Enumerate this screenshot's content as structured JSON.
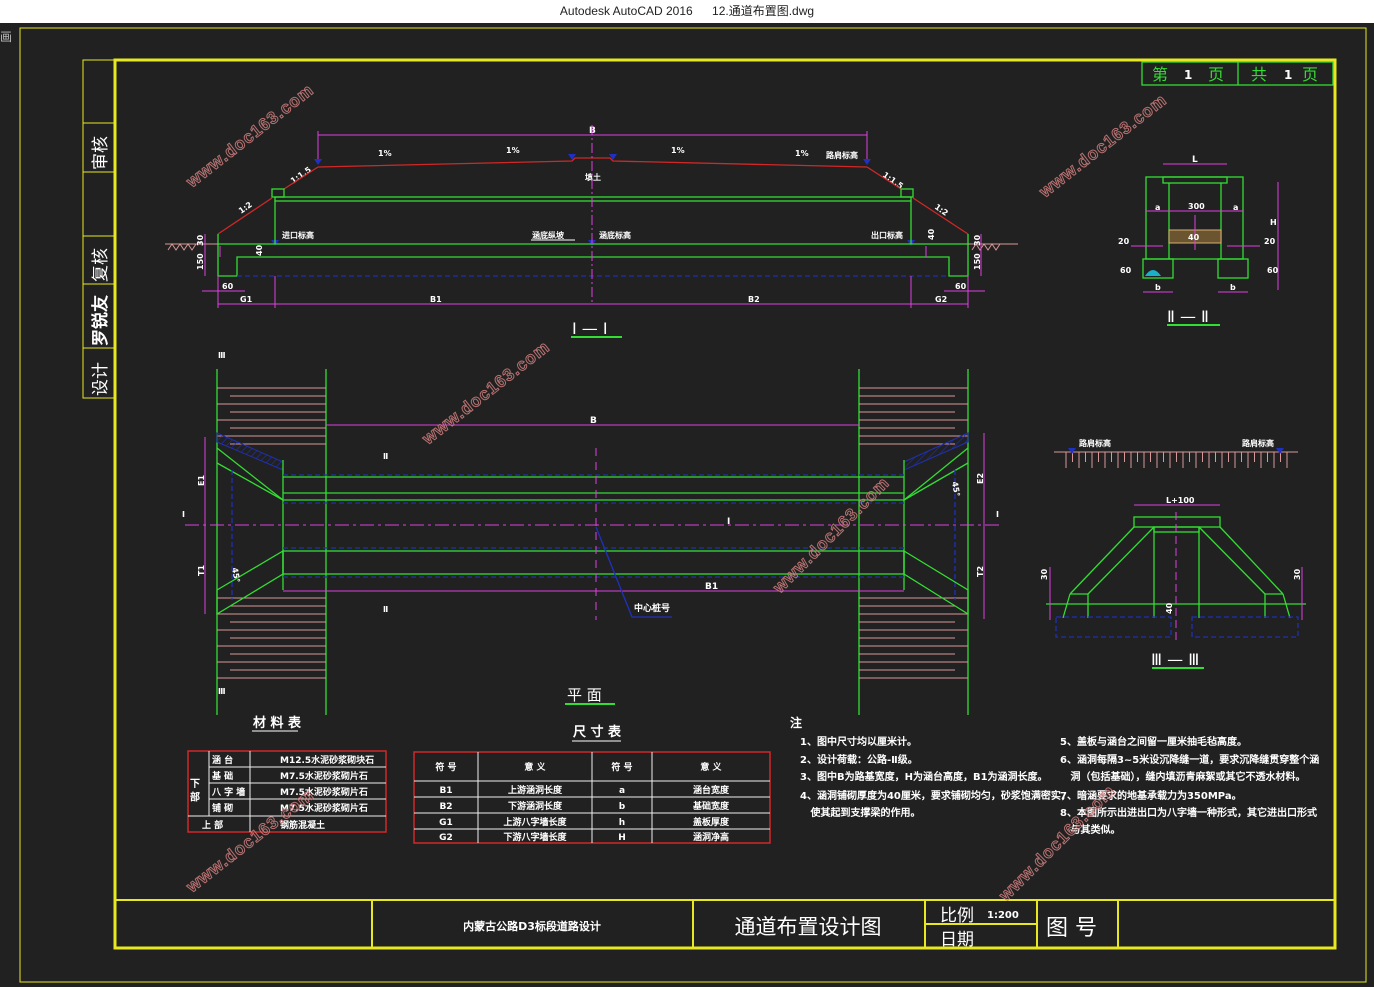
{
  "window": {
    "app": "Autodesk AutoCAD 2016",
    "file": "12.通道布置图.dwg",
    "side_glyph": "画"
  },
  "sheet": {
    "page_label_1": "第",
    "page_num": "1",
    "page_label_2": "页",
    "total_label": "共",
    "total_num": "1",
    "total_label_2": "页"
  },
  "signoff": {
    "review": "审核",
    "recheck": "复核",
    "name": "罗锐友",
    "design": "设计"
  },
  "section1": {
    "title": "Ⅰ — Ⅰ",
    "B": "B",
    "slopes": [
      "1%",
      "1%",
      "1%",
      "1%"
    ],
    "shoulder": "路肩标高",
    "fill": "填土",
    "side_slopes": [
      "1:1.5",
      "1:2",
      "1:1.5",
      "1:2"
    ],
    "inlet": "进口标高",
    "grade": "涵底纵坡",
    "bottom": "涵底标高",
    "outlet": "出口标高",
    "dims": {
      "d30": "30",
      "d150": "150",
      "d40": "40",
      "d60": "60",
      "G1": "G1",
      "B1": "B1",
      "B2": "B2",
      "G2": "G2"
    }
  },
  "plan": {
    "title": "平  面",
    "B": "B",
    "B1": "B1",
    "center": "中心桩号",
    "axis": "I",
    "E1": "E1",
    "T1": "T1",
    "E2": "E2",
    "T2": "T2",
    "angle": "45°",
    "mark1": "Ⅰ",
    "mark2": "Ⅱ",
    "mark3": "Ⅲ"
  },
  "section2": {
    "title": "Ⅱ — Ⅱ",
    "L": "L",
    "a": "a",
    "w300": "300",
    "d20": "20",
    "d60": "60",
    "H": "H",
    "b": "b",
    "d40": "40"
  },
  "section3": {
    "title": "Ⅲ — Ⅲ",
    "shoulder": "路肩标高",
    "width": "L+100",
    "d30": "30",
    "d40": "40"
  },
  "materials": {
    "title": "材 料 表",
    "lower": "下 部",
    "rows": [
      {
        "part": "涵    台",
        "material": "M12.5水泥砂浆砌块石"
      },
      {
        "part": "基    础",
        "material": "M7.5水泥砂浆砌片石"
      },
      {
        "part": "八 字 墙",
        "material": "M7.5水泥砂浆砌片石"
      },
      {
        "part": "铺    砌",
        "material": "M7.5水泥砂浆砌片石"
      }
    ],
    "upper": {
      "part": "上    部",
      "material": "钢筋混凝土"
    }
  },
  "sizes": {
    "title": "尺 寸 表",
    "headers": [
      "符  号",
      "意    义",
      "符  号",
      "意    义"
    ],
    "rows": [
      [
        "B1",
        "上游涵洞长度",
        "a",
        "涵台宽度"
      ],
      [
        "B2",
        "下游涵洞长度",
        "b",
        "基础宽度"
      ],
      [
        "G1",
        "上游八字墙长度",
        "h",
        "盖板厚度"
      ],
      [
        "G2",
        "下游八字墙长度",
        "H",
        "涵洞净高"
      ]
    ]
  },
  "notes": {
    "heading": "注",
    "left": [
      "1、图中尺寸均以厘米计。",
      "2、设计荷载：公路-Ⅱ级。",
      "3、图中B为路基宽度，H为涵台高度，B1为涵洞长度。",
      "4、涵洞铺砌厚度为40厘米，要求铺砌均匀，砂浆饱满密实，",
      "   使其起到支撑梁的作用。"
    ],
    "right": [
      "5、盖板与涵台之间留一厘米抽毛毡高度。",
      "6、涵洞每隔3~5米设沉降缝一道，要求沉降缝贯穿整个涵",
      "   洞（包括基础），缝内填沥青麻絮或其它不透水材料。",
      "7、暗涵要求的地基承载力为350MPa。",
      "8、本图所示出进出口为八字墙一种形式，其它进出口形式",
      "   与其类似。"
    ]
  },
  "titleblock": {
    "project": "内蒙古公路D3标段道路设计",
    "drawing": "通道布置设计图",
    "scale_label": "比例",
    "scale": "1:200",
    "date_label": "日期",
    "number_label": "图  号"
  },
  "watermark": "www.doc163.com",
  "colors": {
    "frame": "#e8e820",
    "structure": "#33dd33",
    "dimension": "#e040e0",
    "road": "#d02828",
    "hatch": "#1ab0c8",
    "table": "#d02828"
  }
}
